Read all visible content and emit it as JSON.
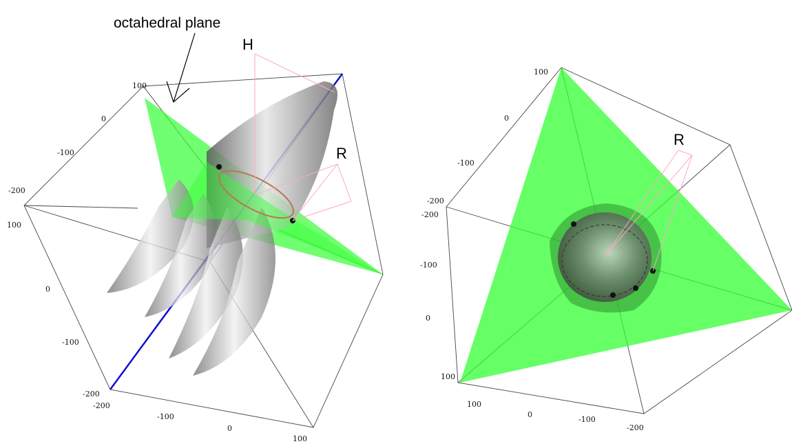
{
  "left_panel": {
    "annotation": "octahedral plane",
    "label_h": "H",
    "label_r": "R",
    "ticks_top_left_edge": [
      "100",
      "0",
      "-100",
      "-200"
    ],
    "ticks_left_edge": [
      "100",
      "0",
      "-100",
      "-200"
    ],
    "ticks_bottom_edge": [
      "-200",
      "-100",
      "0",
      "100"
    ]
  },
  "right_panel": {
    "label_r": "R",
    "ticks_top_left_edge": [
      "100",
      "0",
      "-100",
      "-200"
    ],
    "ticks_left_edge": [
      "-200",
      "-100",
      "0",
      "100"
    ],
    "ticks_bottom_edge": [
      "100",
      "0",
      "-100",
      "-200"
    ]
  },
  "colors": {
    "plane": "#33ff33",
    "surface": "#8c8c8c",
    "hydrostatic_axis": "#1010d0",
    "leader_lines": "#ffa6c9",
    "circle": "#b8774f",
    "edges": "#444444"
  }
}
